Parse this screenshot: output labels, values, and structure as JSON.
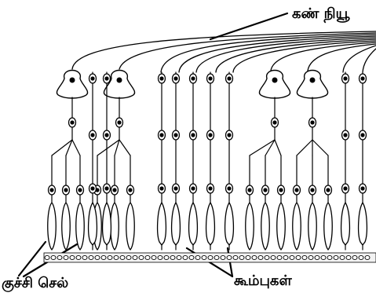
{
  "diagram": {
    "labels": {
      "optic_nerve": "கண் நியூ",
      "rod_cells": "குச்சி செல்",
      "cones": "கூம்புகள்"
    },
    "colors": {
      "ink": "#000000",
      "background": "#ffffff"
    }
  }
}
